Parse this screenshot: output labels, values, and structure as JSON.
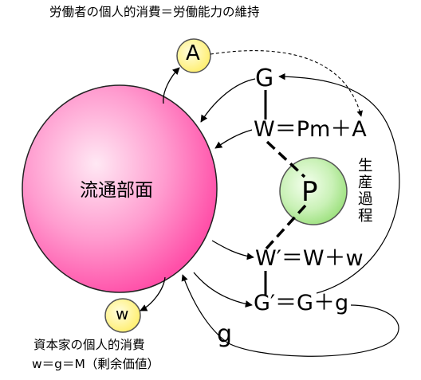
{
  "top_caption": "労働者の個人的消費＝労働能力の維持",
  "labor_node": "A",
  "circulation_label": "流通部面",
  "production_node": "P",
  "production_label": "生産過程",
  "money_start": "G",
  "equation_1": "W＝Pm＋A",
  "equation_2": "W′＝W＋w",
  "equation_3": "G′＝G＋g",
  "surplus_money_label": "g",
  "capitalist_node": "w",
  "capitalist_caption_line1": "資本家の個人的消費",
  "capitalist_caption_line2": "w＝g＝M（剰余価値）",
  "colors": {
    "circulation_fill": "#ff4fa8",
    "production_fill": "#9be07c",
    "small_node_fill": "#ffee6a",
    "line": "#000000"
  }
}
